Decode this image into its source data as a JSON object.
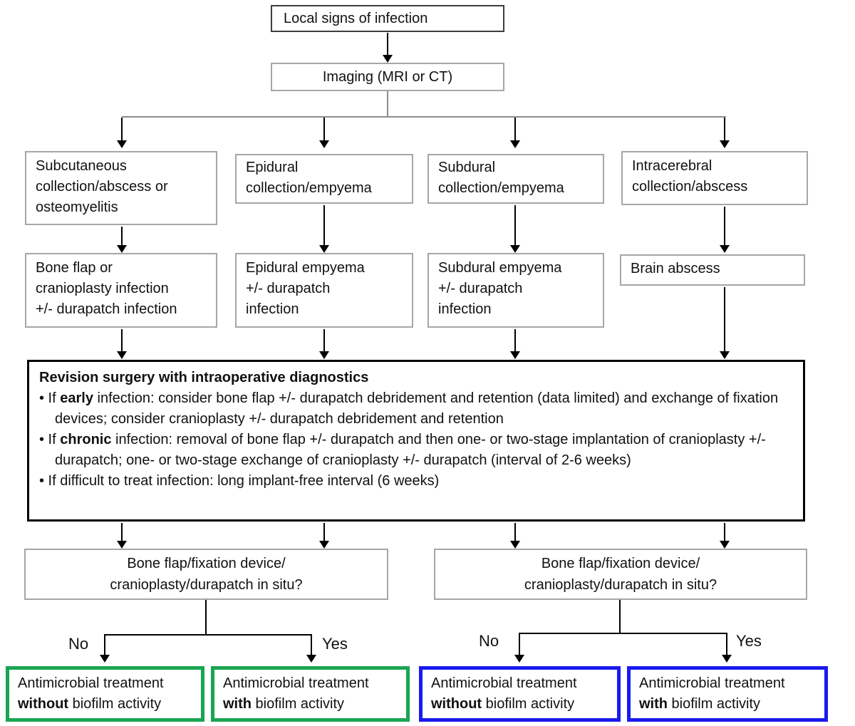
{
  "flow": {
    "local": "Local signs of infection",
    "imaging": "Imaging (MRI or CT)",
    "row1": [
      {
        "label": "Subcutaneous\ncollection/abscess or\nosteomyelitis"
      },
      {
        "label": "Epidural\ncollection/empyema"
      },
      {
        "label": "Subdural\ncollection/empyema"
      },
      {
        "label": "Intracerebral\ncollection/abscess"
      }
    ],
    "row2": [
      {
        "label": "Bone flap or\ncranioplasty infection\n+/- durapatch infection"
      },
      {
        "label": "Epidural empyema\n+/- durapatch\ninfection"
      },
      {
        "label": "Subdural empyema\n+/- durapatch\ninfection"
      },
      {
        "label": "Brain abscess"
      }
    ],
    "revision": {
      "title": "Revision surgery with intraoperative diagnostics",
      "bullets": [
        {
          "pre": "• If ",
          "bold": "early",
          "post": " infection: consider bone flap +/- durapatch debridement and retention (data limited) and exchange of fixation devices; consider cranioplasty +/- durapatch debridement and retention"
        },
        {
          "pre": "• If ",
          "bold": "chronic",
          "post": " infection: removal of bone flap +/- durapatch and then one- or two-stage implantation of cranioplasty +/- durapatch; one- or two-stage exchange of cranioplasty +/- durapatch (interval of 2-6 weeks)"
        },
        {
          "pre": "• If difficult to treat infection: long implant-free interval (6 weeks)",
          "bold": "",
          "post": ""
        }
      ]
    },
    "question": "Bone flap/fixation device/\ncranioplasty/durapatch in situ?",
    "labels": {
      "no": "No",
      "yes": "Yes"
    },
    "outcomes": [
      {
        "line1": "Antimicrobial treatment",
        "bold": "without",
        "rest": " biofilm activity",
        "color": "green"
      },
      {
        "line1": "Antimicrobial treatment",
        "bold": "with",
        "rest": " biofilm activity",
        "color": "green"
      },
      {
        "line1": "Antimicrobial treatment",
        "bold": "without",
        "rest": " biofilm activity",
        "color": "blue"
      },
      {
        "line1": "Antimicrobial treatment",
        "bold": "with",
        "rest": " biofilm activity",
        "color": "blue"
      }
    ],
    "colors": {
      "green": "#1aa551",
      "blue": "#1a1af0"
    }
  }
}
